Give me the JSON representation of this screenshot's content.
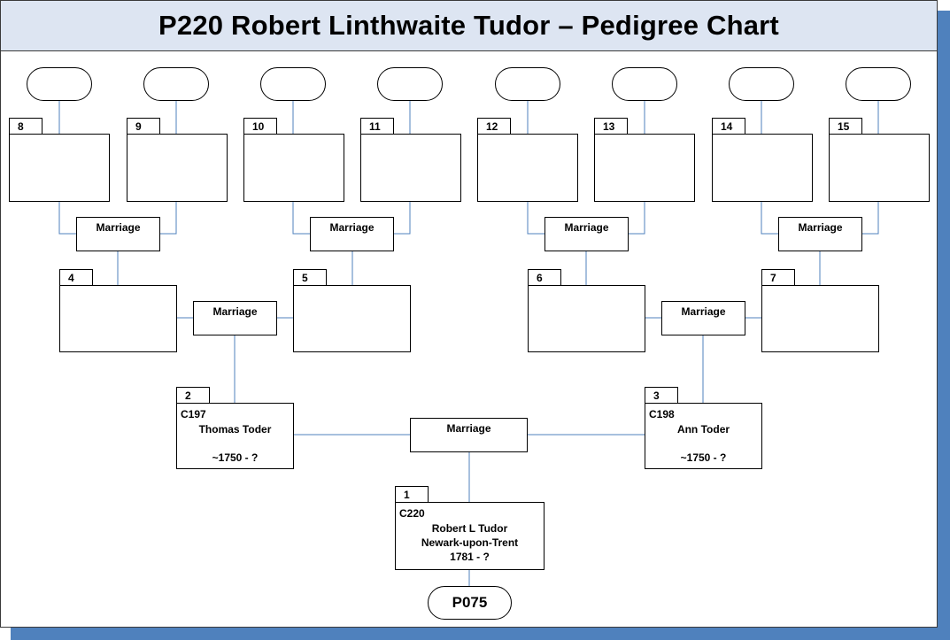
{
  "title": "P220 Robert Linthwaite Tudor – Pedigree Chart",
  "marriage_label": "Marriage",
  "persons": {
    "p1": {
      "number": "1",
      "code": "C220",
      "name": "Robert L Tudor",
      "place": "Newark-upon-Trent",
      "dates": "1781 - ?"
    },
    "p2": {
      "number": "2",
      "code": "C197",
      "name": "Thomas Toder",
      "dates": "~1750 - ?"
    },
    "p3": {
      "number": "3",
      "code": "C198",
      "name": "Ann Toder",
      "dates": "~1750 - ?"
    },
    "p4": {
      "number": "4"
    },
    "p5": {
      "number": "5"
    },
    "p6": {
      "number": "6"
    },
    "p7": {
      "number": "7"
    },
    "p8": {
      "number": "8"
    },
    "p9": {
      "number": "9"
    },
    "p10": {
      "number": "10"
    },
    "p11": {
      "number": "11"
    },
    "p12": {
      "number": "12"
    },
    "p13": {
      "number": "13"
    },
    "p14": {
      "number": "14"
    },
    "p15": {
      "number": "15"
    }
  },
  "parent_chart_link": "P075",
  "colors": {
    "connector": "#4f81bd",
    "shadow": "#4f81bd",
    "title_bg": "#dde5f2"
  }
}
